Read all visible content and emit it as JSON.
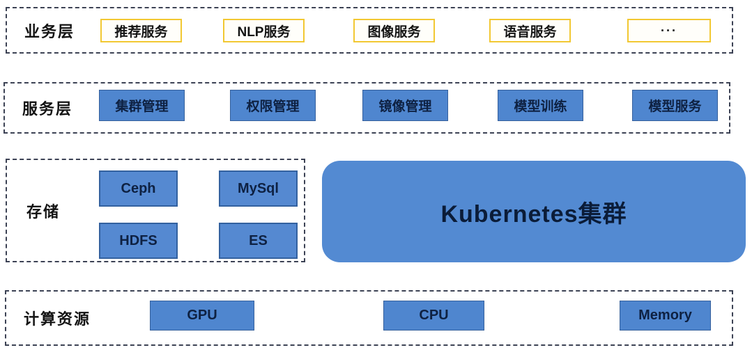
{
  "colors": {
    "background": "#ffffff",
    "dashed_border": "#3c4254",
    "yellow_box_border": "#f2c832",
    "yellow_box_fill": "#fffefa",
    "blue_box_fill": "#4f86cf",
    "blue_box_border": "#35609c",
    "kubernetes_fill": "#538ad2",
    "text_dark": "#141414",
    "text_navy_on_blue": "#0e2142"
  },
  "layers": {
    "business": {
      "label": "业务层",
      "items": [
        "推荐服务",
        "NLP服务",
        "图像服务",
        "语音服务",
        "···"
      ]
    },
    "service": {
      "label": "服务层",
      "items": [
        "集群管理",
        "权限管理",
        "镜像管理",
        "模型训练",
        "模型服务"
      ]
    },
    "storage": {
      "label": "存储",
      "items": [
        "Ceph",
        "MySql",
        "HDFS",
        "ES"
      ]
    },
    "kubernetes": {
      "label": "Kubernetes集群"
    },
    "compute": {
      "label": "计算资源",
      "items": [
        "GPU",
        "CPU",
        "Memory"
      ]
    }
  }
}
